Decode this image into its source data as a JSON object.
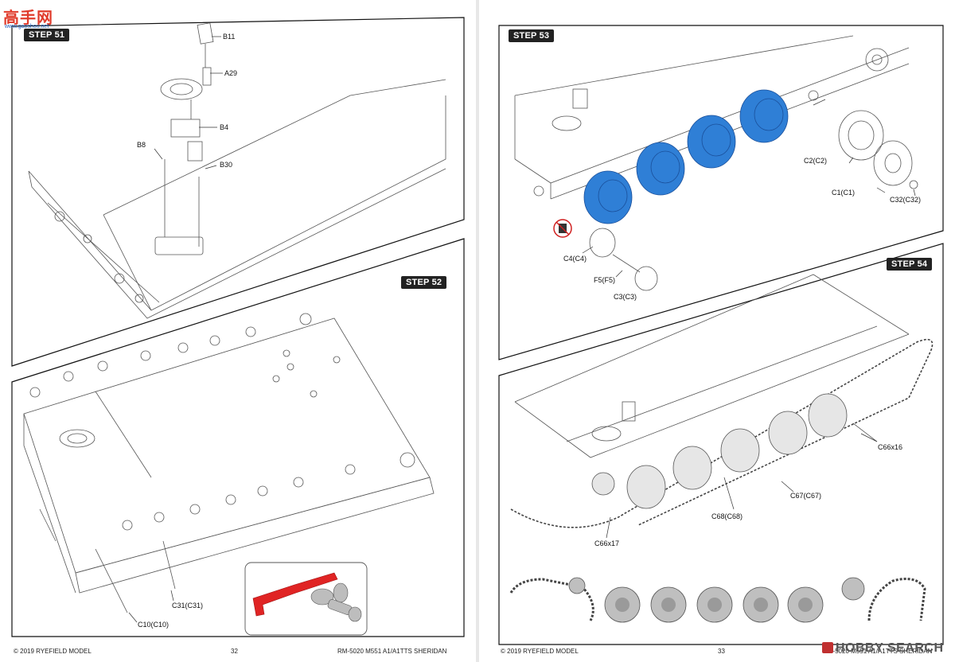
{
  "watermark": {
    "top_text": "高手网",
    "top_sub": "www.gaoshou.net",
    "bottom_text": "HOBBY SEARCH"
  },
  "left_page": {
    "steps": [
      "STEP 51",
      "STEP 52"
    ],
    "step51_callouts": [
      "B11",
      "A29",
      "B4",
      "B8",
      "B30"
    ],
    "step52_callouts": [
      "C31(C31)",
      "C10(C10)"
    ],
    "footer": {
      "copyright": "© 2019 RYEFIELD MODEL",
      "page_number": "32",
      "product": "RM-5020 M551 A1/A1TTS SHERIDAN"
    }
  },
  "right_page": {
    "steps": [
      "STEP 53",
      "STEP 54"
    ],
    "step53_callouts": [
      "C2(C2)",
      "C1(C1)",
      "C32(C32)",
      "C4(C4)",
      "F5(F5)",
      "C3(C3)"
    ],
    "step54_callouts": [
      "C66x16",
      "C67(C67)",
      "C68(C68)",
      "C66x17"
    ],
    "footer": {
      "copyright": "© 2019 RYEFIELD MODEL",
      "page_number": "33",
      "product": "RM-5020 M551 A1/A1TTS SHERIDAN"
    }
  },
  "colors": {
    "highlight_blue": "#2f7fd6",
    "highlight_red": "#e02424",
    "line": "#333333"
  }
}
